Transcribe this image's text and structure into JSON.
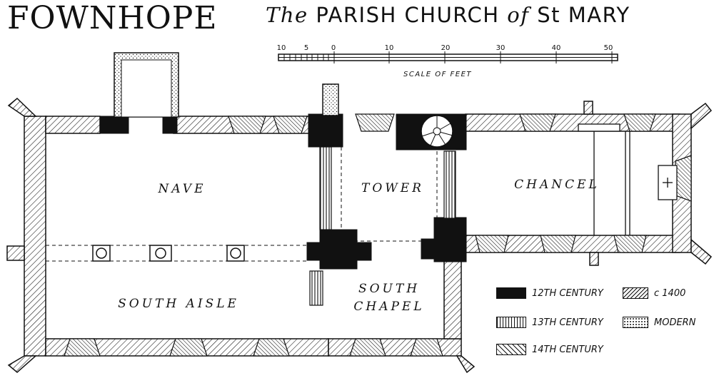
{
  "header": {
    "place": "FOWNHOPE",
    "title_prefix": "The",
    "title_main": "PARISH CHURCH",
    "title_of": "of",
    "title_saint": "St",
    "title_name": "MARY"
  },
  "scale": {
    "label": "SCALE OF FEET",
    "ticks": [
      "10",
      "5",
      "0",
      "10",
      "20",
      "30",
      "40",
      "50"
    ]
  },
  "rooms": {
    "nave": "NAVE",
    "tower": "TOWER",
    "chancel": "CHANCEL",
    "south_aisle": "SOUTH AISLE",
    "south_chapel_1": "SOUTH",
    "south_chapel_2": "CHAPEL"
  },
  "legend": {
    "c12": "12TH CENTURY",
    "c13": "13TH CENTURY",
    "c14": "14TH CENTURY",
    "c1400": "c 1400",
    "modern": "MODERN"
  },
  "colors": {
    "ink": "#111111",
    "paper": "#ffffff"
  }
}
